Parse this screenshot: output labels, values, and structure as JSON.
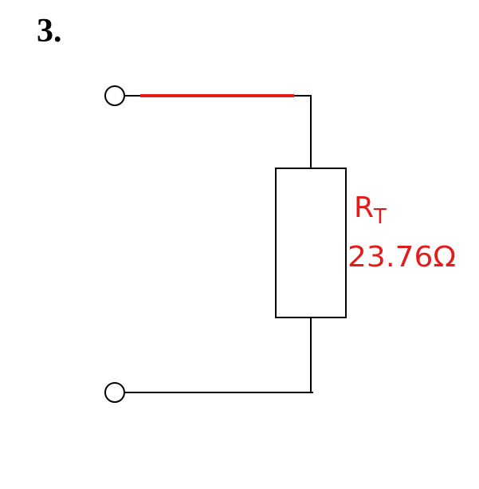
{
  "problem": {
    "number": "3."
  },
  "resistor": {
    "symbol_main": "R",
    "symbol_sub": "T",
    "value": "23.76Ω"
  },
  "colors": {
    "wire": "#000000",
    "highlight_wire": "#e31b1b",
    "annotation": "#e31b1b",
    "terminal": "#000000"
  }
}
